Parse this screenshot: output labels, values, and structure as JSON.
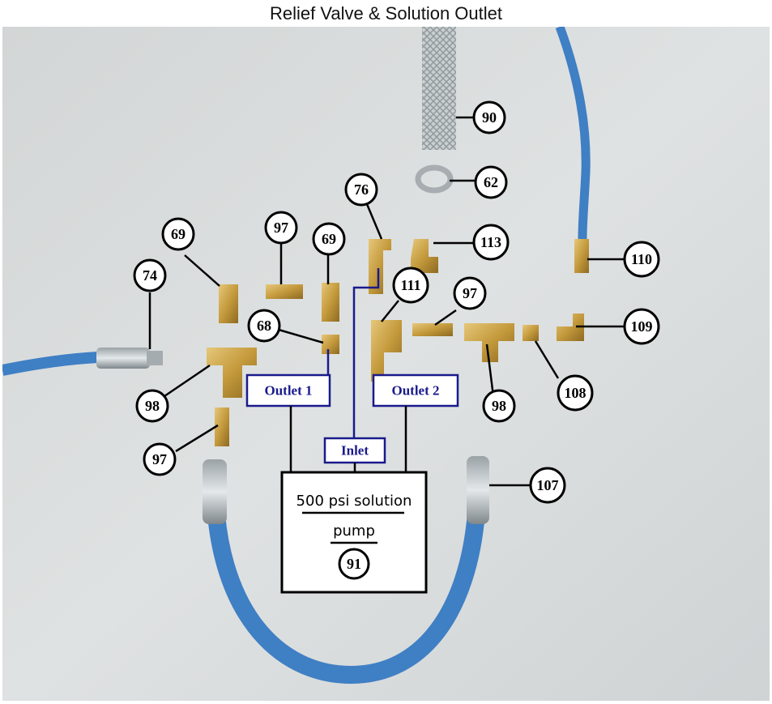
{
  "title": "Relief Valve & Solution Outlet",
  "callouts": {
    "c90": "90",
    "c62": "62",
    "c76": "76",
    "c113": "113",
    "c110": "110",
    "c97a": "97",
    "c69a": "69",
    "c69b": "69",
    "c74": "74",
    "c111": "111",
    "c97b": "97",
    "c68": "68",
    "c109": "109",
    "c98a": "98",
    "c98b": "98",
    "c108": "108",
    "c97c": "97",
    "c107": "107",
    "c91": "91"
  },
  "ports": {
    "outlet1": "Outlet 1",
    "outlet2": "Outlet 2",
    "inlet": "Inlet"
  },
  "pump": {
    "line1": "500 psi solution",
    "line2": "pump"
  },
  "colors": {
    "hose": "#3f7fc4",
    "brass": "#c9a04a",
    "port_blue": "#1a1a8c"
  }
}
